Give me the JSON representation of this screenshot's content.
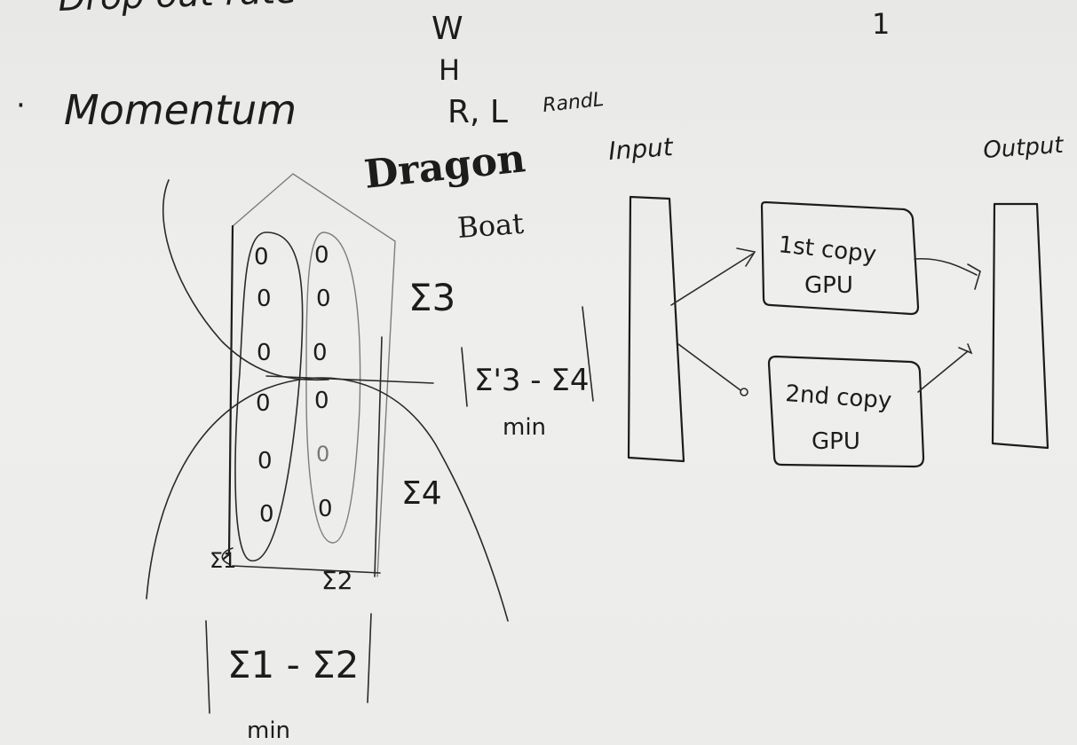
{
  "top_left_fragment": "Drop out rate",
  "letters": {
    "w": "W",
    "h": "H",
    "rl": "R, L",
    "rand": "RandL"
  },
  "top_right_mark": "1",
  "bullet": "·",
  "momentum": "Momentum",
  "dragon": "Dragon",
  "boat": "Boat",
  "sigma_labels": {
    "s1": "Σ1",
    "s2": "Σ2",
    "s3": "Σ3",
    "s4": "Σ4",
    "s3_prime": "Σ'3 - Σ4",
    "s1_minus_s2": "Σ1 - Σ2",
    "min_a": "min",
    "min_b": "min"
  },
  "network": {
    "input": "Input",
    "output": "Output",
    "gpu1_line1": "1st copy",
    "gpu1_line2": "GPU",
    "gpu2_line1": "2nd copy",
    "gpu2_line2": "GPU"
  },
  "node_glyph": "0"
}
